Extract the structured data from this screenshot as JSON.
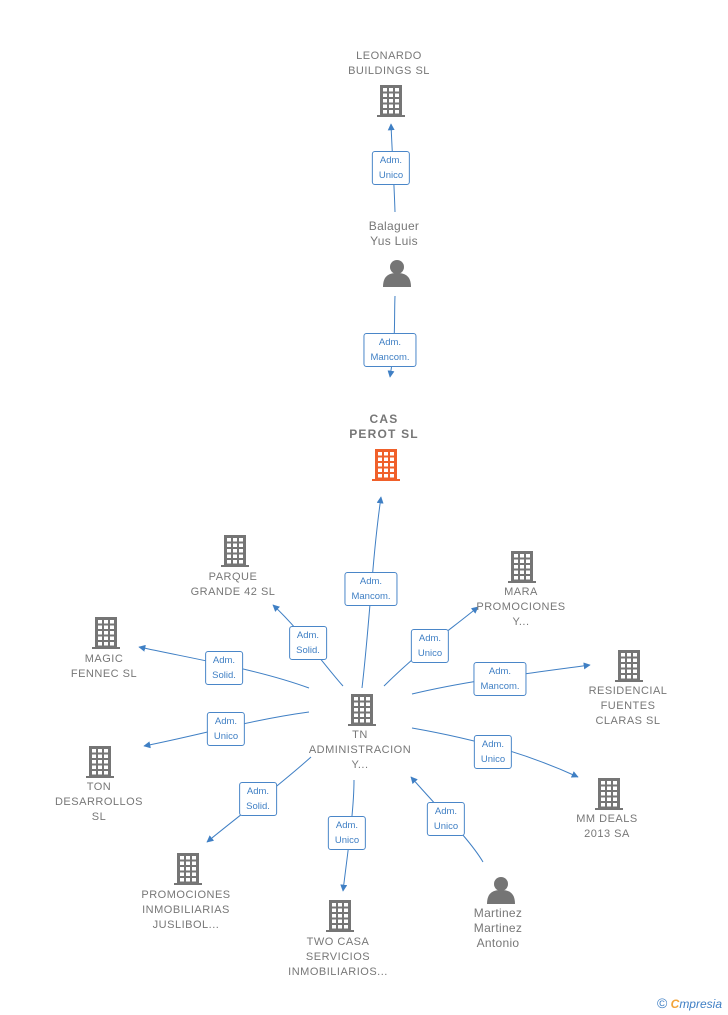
{
  "colors": {
    "edge": "#3f7fc4",
    "building": "#757575",
    "main_building": "#f0602a",
    "person": "#757575"
  },
  "nodes": [
    {
      "id": "leonardo",
      "kind": "company",
      "icon": "building-icon",
      "label": "LEONARDO\nBUILDINGS  SL"
    },
    {
      "id": "balaguer",
      "kind": "person",
      "icon": "person-icon",
      "label": "Balaguer\nYus Luis"
    },
    {
      "id": "cas",
      "kind": "company-main",
      "icon": "building-icon",
      "label": "CAS\nPEROT  SL"
    },
    {
      "id": "parque",
      "kind": "company",
      "icon": "building-icon",
      "label": "PARQUE\nGRANDE 42  SL"
    },
    {
      "id": "mara",
      "kind": "company",
      "icon": "building-icon",
      "label": "MARA\nPROMOCIONES\nY..."
    },
    {
      "id": "magic",
      "kind": "company",
      "icon": "building-icon",
      "label": "MAGIC\nFENNEC  SL"
    },
    {
      "id": "residencial",
      "kind": "company",
      "icon": "building-icon",
      "label": "RESIDENCIAL\nFUENTES\nCLARAS  SL"
    },
    {
      "id": "tn",
      "kind": "company",
      "icon": "building-icon",
      "label": "TN\nADMINISTRACION\nY..."
    },
    {
      "id": "ton",
      "kind": "company",
      "icon": "building-icon",
      "label": "TON\nDESARROLLOS\nSL"
    },
    {
      "id": "mmdeals",
      "kind": "company",
      "icon": "building-icon",
      "label": "MM DEALS\n2013 SA"
    },
    {
      "id": "promociones",
      "kind": "company",
      "icon": "building-icon",
      "label": "PROMOCIONES\nINMOBILIARIAS\nJUSLIBOL..."
    },
    {
      "id": "twocasa",
      "kind": "company",
      "icon": "building-icon",
      "label": "TWO CASA\nSERVICIOS\nINMOBILIARIOS..."
    },
    {
      "id": "martinez",
      "kind": "person",
      "icon": "person-icon",
      "label": "Martinez\nMartinez\nAntonio"
    }
  ],
  "edges": [
    {
      "from": "balaguer",
      "to": "leonardo",
      "label": "Adm.\nUnico"
    },
    {
      "from": "balaguer",
      "to": "cas",
      "label": "Adm.\nMancom."
    },
    {
      "from": "tn",
      "to": "cas",
      "label": "Adm.\nMancom."
    },
    {
      "from": "tn",
      "to": "parque",
      "label": "Adm.\nSolid."
    },
    {
      "from": "tn",
      "to": "mara",
      "label": "Adm.\nUnico"
    },
    {
      "from": "tn",
      "to": "magic",
      "label": "Adm.\nSolid."
    },
    {
      "from": "tn",
      "to": "residencial",
      "label": "Adm.\nMancom."
    },
    {
      "from": "tn",
      "to": "ton",
      "label": "Adm.\nUnico"
    },
    {
      "from": "tn",
      "to": "mmdeals",
      "label": "Adm.\nUnico"
    },
    {
      "from": "tn",
      "to": "promociones",
      "label": "Adm.\nSolid."
    },
    {
      "from": "tn",
      "to": "twocasa",
      "label": "Adm.\nUnico"
    },
    {
      "from": "martinez",
      "to": "tn",
      "label": "Adm.\nUnico"
    }
  ],
  "brand": {
    "copyright": "©",
    "e": "C",
    "rest": "mpresia"
  }
}
